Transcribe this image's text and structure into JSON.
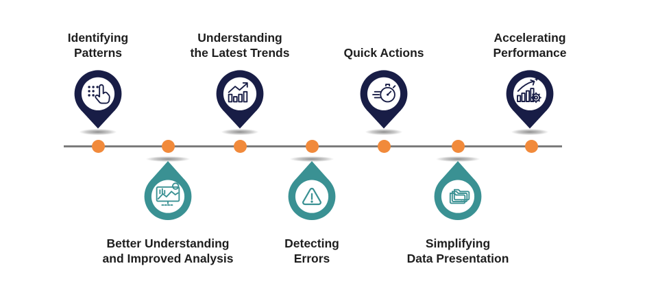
{
  "colors": {
    "navy": "#181d46",
    "teal": "#3a9193",
    "orange": "#f18a3b",
    "line": "#7b7b7b",
    "text": "#1e1e1e"
  },
  "timeline": {
    "dot_count": 7,
    "top_items": [
      {
        "label": "Identifying\nPatterns",
        "icon": "tap-pattern-icon"
      },
      {
        "label": "Understanding\nthe Latest Trends",
        "icon": "trend-chart-icon"
      },
      {
        "label": "Quick Actions",
        "icon": "stopwatch-icon"
      },
      {
        "label": "Accelerating\nPerformance",
        "icon": "performance-growth-icon"
      }
    ],
    "bottom_items": [
      {
        "label": "Better Understanding\nand Improved Analysis",
        "icon": "monitor-analysis-icon"
      },
      {
        "label": "Detecting\nErrors",
        "icon": "warning-icon"
      },
      {
        "label": "Simplifying\nData Presentation",
        "icon": "folders-icon"
      }
    ]
  }
}
